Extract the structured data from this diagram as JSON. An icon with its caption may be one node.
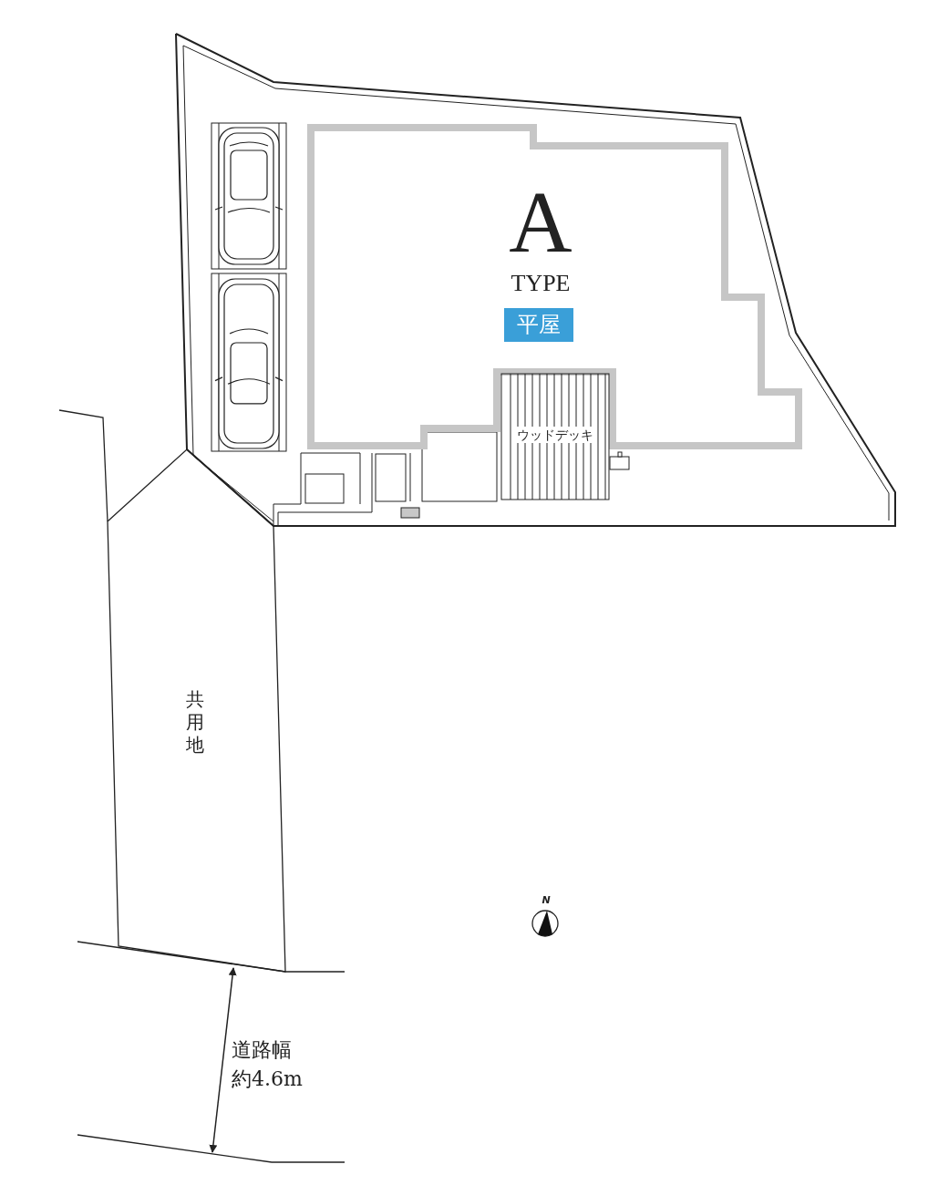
{
  "diagram": {
    "nodes": [
      {
        "text": [
          "A",
          "TYPE"
        ]
      },
      {
        "text": [
          "平屋"
        ],
        "in": 0
      },
      {
        "text": [
          "ウッドデッキ"
        ]
      },
      {
        "text": [
          "共用地"
        ]
      }
    ],
    "labels": [
      "道路幅約4.6m",
      "N"
    ]
  }
}
